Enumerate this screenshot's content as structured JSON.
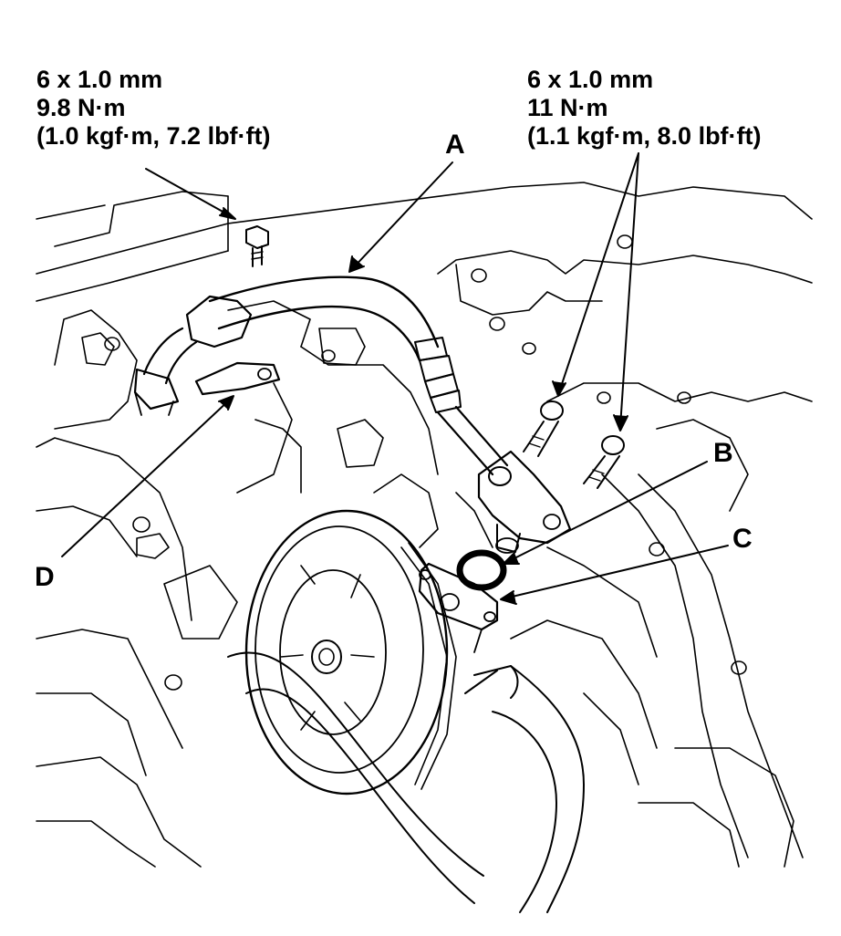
{
  "specs": {
    "left": {
      "size": "6 x 1.0 mm",
      "torque": "9.8 N·m",
      "torque_alt": "(1.0 kgf·m, 7.2 lbf·ft)"
    },
    "right": {
      "size": "6 x 1.0 mm",
      "torque": "11 N·m",
      "torque_alt": "(1.1 kgf·m, 8.0 lbf·ft)"
    }
  },
  "callouts": {
    "a": "A",
    "b": "B",
    "c": "C",
    "d": "D"
  },
  "colors": {
    "ink": "#000000",
    "paper": "#ffffff"
  }
}
